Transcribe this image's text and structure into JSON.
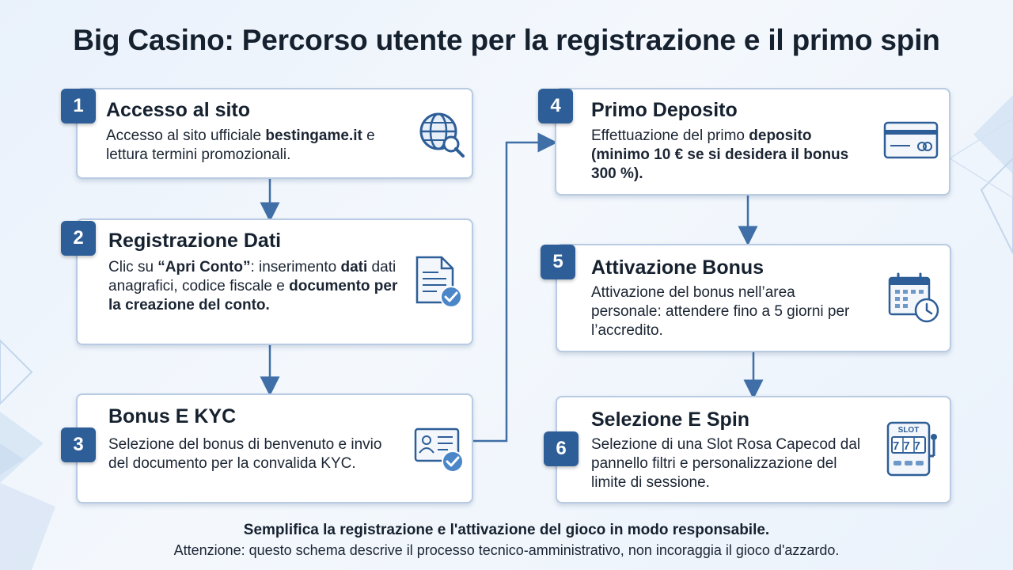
{
  "title": "Big Casino: Percorso utente per la registrazione e il primo spin",
  "steps": [
    {
      "number": "1",
      "title": "Accesso al sito",
      "text": [
        {
          "t": "Accesso al sito ufficiale ",
          "b": false
        },
        {
          "t": "bestingame.it",
          "b": true
        },
        {
          "t": " e lettura termini promozionali.",
          "b": false
        }
      ],
      "icon": "globe-search-icon"
    },
    {
      "number": "2",
      "title": "Registrazione Dati",
      "text": [
        {
          "t": "Clic su ",
          "b": false
        },
        {
          "t": "“Apri Conto”",
          "b": true
        },
        {
          "t": ": inserimento ",
          "b": false
        },
        {
          "t": "dati",
          "b": true
        },
        {
          "t": " dati anagrafici, codice fiscale e ",
          "b": false
        },
        {
          "t": "documento per la creazione del conto.",
          "b": true
        }
      ],
      "icon": "document-check-icon"
    },
    {
      "number": "3",
      "title": "Bonus E KYC",
      "text": [
        {
          "t": "Selezione del bonus di benvenuto e invio del documento per la convalida KYC.",
          "b": false
        }
      ],
      "icon": "id-card-check-icon"
    },
    {
      "number": "4",
      "title": "Primo Deposito",
      "text": [
        {
          "t": "Effettuazione del primo ",
          "b": false
        },
        {
          "t": "deposito (minimo 10 € se si desidera il bonus 300 %).",
          "b": true
        }
      ],
      "icon": "credit-card-icon"
    },
    {
      "number": "5",
      "title": "Attivazione Bonus",
      "text": [
        {
          "t": "Attivazione del bonus nell’area personale: attendere fino a 5 giorni per l’accredito.",
          "b": false
        }
      ],
      "icon": "calendar-clock-icon"
    },
    {
      "number": "6",
      "title": "Selezione E Spin",
      "text": [
        {
          "t": "Selezione di una Slot Rosa Capecod dal pannello filtri e personalizzazione del limite di sessione.",
          "b": false
        }
      ],
      "icon": "slot-machine-icon",
      "icon_label": "SLOT",
      "icon_digits": "777"
    }
  ],
  "footer": {
    "tagline": "Semplifica la registrazione e l'attivazione del gioco in modo responsabile.",
    "disclaimer": "Attenzione: questo schema descrive il processo tecnico-amministrativo, non incoraggia il gioco d'azzardo."
  },
  "colors": {
    "accent": "#2e5e97",
    "arrow": "#3f6fa6",
    "card_border": "#b8cbe2",
    "background": "#eef4fb"
  }
}
